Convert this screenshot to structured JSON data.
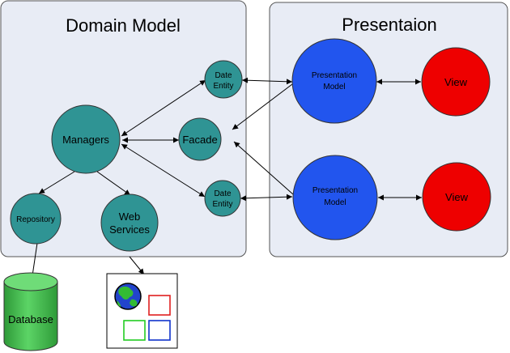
{
  "panels": {
    "domain_model": {
      "title": "Domain Model"
    },
    "presentation": {
      "title": "Presentaion"
    }
  },
  "nodes": {
    "date_entity_top": {
      "line1": "Date",
      "line2": "Entity"
    },
    "managers": {
      "label": "Managers"
    },
    "facade": {
      "label": "Facade"
    },
    "date_entity_bottom": {
      "line1": "Date",
      "line2": "Entity"
    },
    "repository": {
      "label": "Repository"
    },
    "web_services": {
      "line1": "Web",
      "line2": "Services"
    },
    "presentation_model_top": {
      "line1": "Presentation",
      "line2": "Model"
    },
    "view_top": {
      "label": "View"
    },
    "presentation_model_bottom": {
      "line1": "Presentation",
      "line2": "Model"
    },
    "view_bottom": {
      "label": "View"
    },
    "database": {
      "label": "Database"
    }
  },
  "colors": {
    "panel_fill": "#e8ecf5",
    "panel_stroke": "#555555",
    "teal": "#2f9494",
    "blue": "#2255ee",
    "red": "#ee0000",
    "database": "#3eb848",
    "web_window_red": "#e02020",
    "web_window_green": "#22cc22",
    "web_window_blue": "#1133cc",
    "globe_blue": "#2244cc",
    "globe_green": "#33bb33"
  }
}
